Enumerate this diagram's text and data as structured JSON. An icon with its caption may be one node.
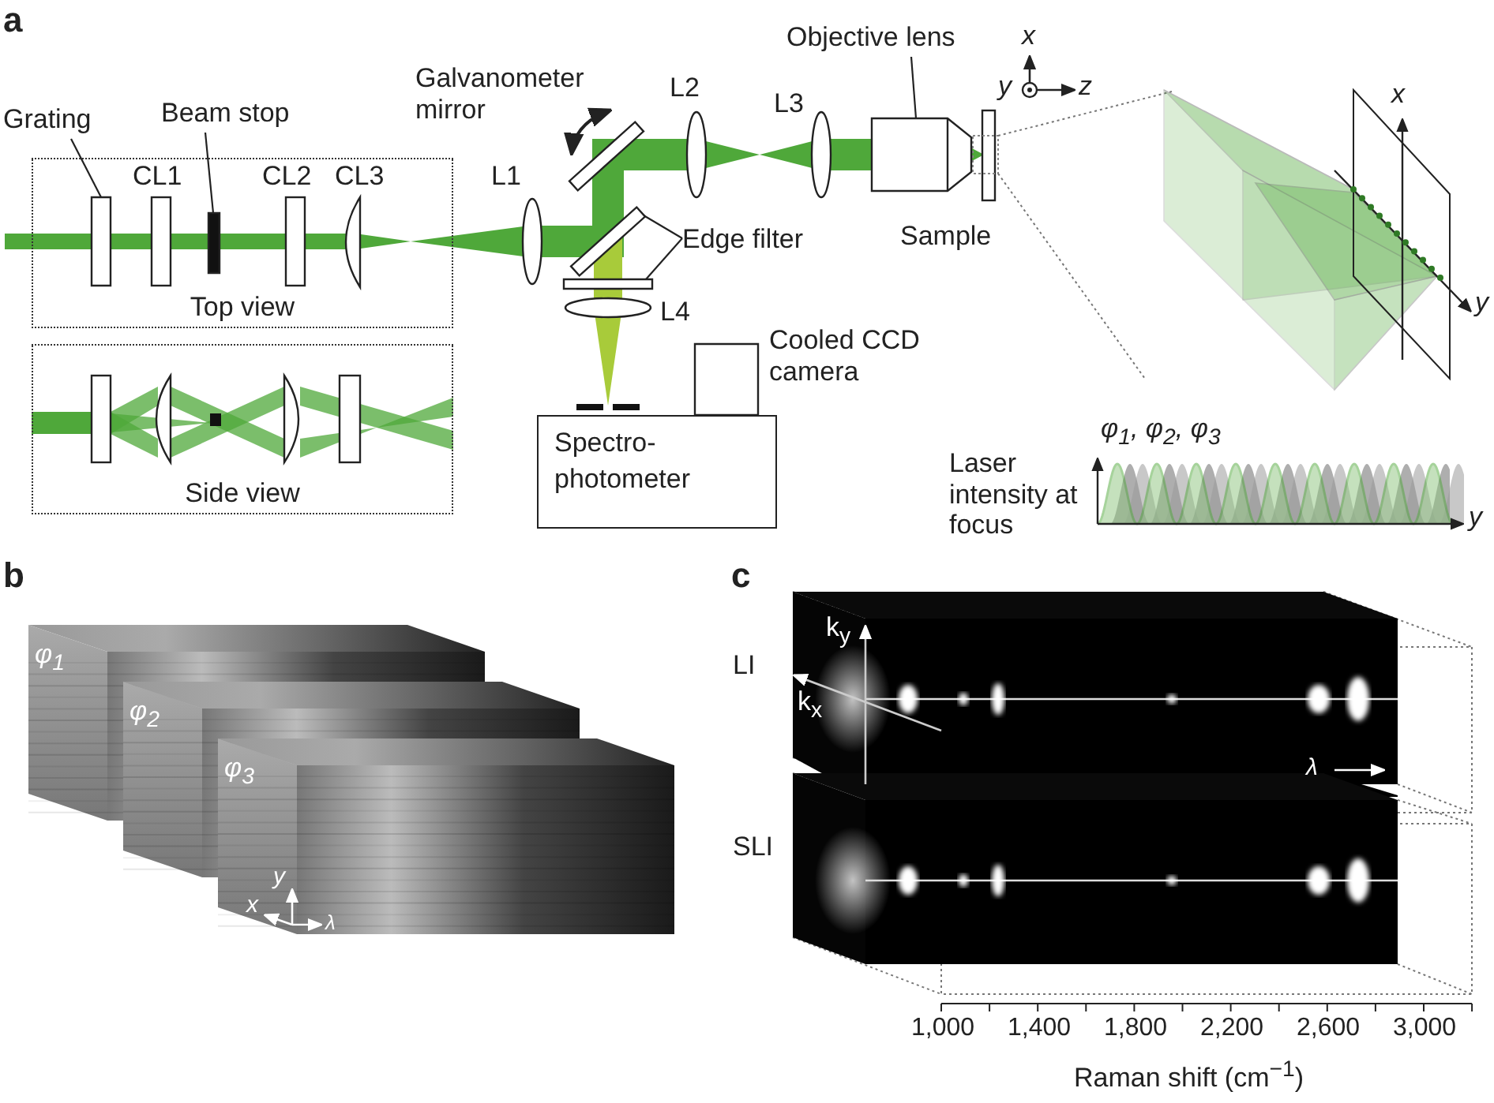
{
  "diagram": {
    "nodes": [
      {
        "text": [
          "Top view"
        ]
      },
      {
        "text": [
          "Grating"
        ]
      },
      {
        "text": [],
        "shape": "box",
        "in": 0
      },
      {
        "text": [
          "Beam stop"
        ]
      },
      {
        "text": [],
        "shape": "bar",
        "in": 0
      },
      {
        "text": [
          "Side view"
        ]
      },
      {
        "text": [
          "Objective lens"
        ]
      },
      {
        "text": [],
        "shape": "box"
      },
      {
        "text": [
          "Edge filter"
        ]
      },
      {
        "text": [],
        "shape": "box"
      },
      {
        "text": [],
        "shape": "box"
      },
      {
        "text": [],
        "shape": "box",
        "beside": [
          "Cooled CCD camera"
        ]
      },
      {
        "text": [
          "Spectro- photometer"
        ]
      }
    ],
    "edges": [
      {
        "from": 1,
        "to": 2,
        "arrow": "none"
      },
      {
        "from": 3,
        "to": 4,
        "arrow": "none"
      },
      {
        "from": 6,
        "to": 7,
        "arrow": "none"
      },
      {
        "from": 8,
        "to": 9,
        "arrow": "none"
      },
      {
        "from": 8,
        "to": 10,
        "arrow": "none"
      }
    ],
    "labels": [
      "a",
      "x",
      "Galvanometer mirror",
      "L2",
      "L3",
      "y",
      "z",
      "CL1",
      "CL2",
      "CL3",
      "L1",
      "x",
      "Sample",
      "L4",
      "y",
      "φ$_{1}$, φ$_{2}$, φ$_{3}$",
      "Laser intensity at focus",
      "y",
      "b",
      "c",
      "φ$_{1}$",
      "φ$_{2}$",
      "φ$_{3}$",
      "LI",
      "k$_{y}$",
      "k$_{x}$",
      "λ",
      "SLI",
      "y",
      "x",
      "λ",
      "1,000",
      "1,400",
      "1,800",
      "2,200",
      "2,600",
      "3,000",
      "Raman shift (cm$^{−1}$)"
    ]
  }
}
